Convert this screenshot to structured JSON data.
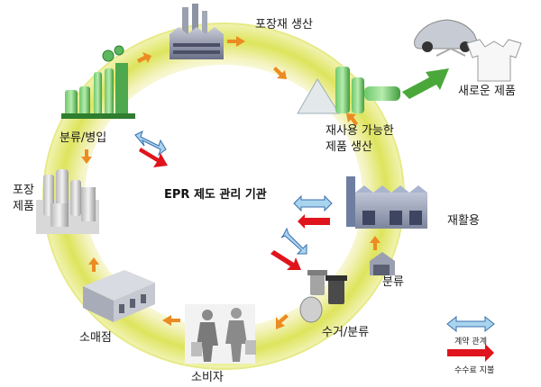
{
  "center": {
    "title": "EPR 제도 관리 기관"
  },
  "stages": {
    "packaging_production": "포장재 생산",
    "new_product": "새로운 제품",
    "recycled_product_line1": "재사용 가능한",
    "recycled_product_line2": "제품 생산",
    "recycling": "재활용",
    "sorting_right": "분류",
    "collection_sorting": "수거/분류",
    "consumer": "소비자",
    "retail": "소매점",
    "packaged_product_line1": "포장",
    "packaged_product_line2": "제품",
    "sorting_bottling": "분류/병입"
  },
  "legend": {
    "contract": "계약 관계",
    "fee_payment": "수수료 지불"
  },
  "colors": {
    "ring_outer": "#d2db3a",
    "ring_inner": "#f3f2b6",
    "cycle_arrow": "#ec8b22",
    "contract_arrow": "#a8d4ee",
    "fee_arrow": "#e0141c",
    "green_arrow": "#4aa83a"
  }
}
